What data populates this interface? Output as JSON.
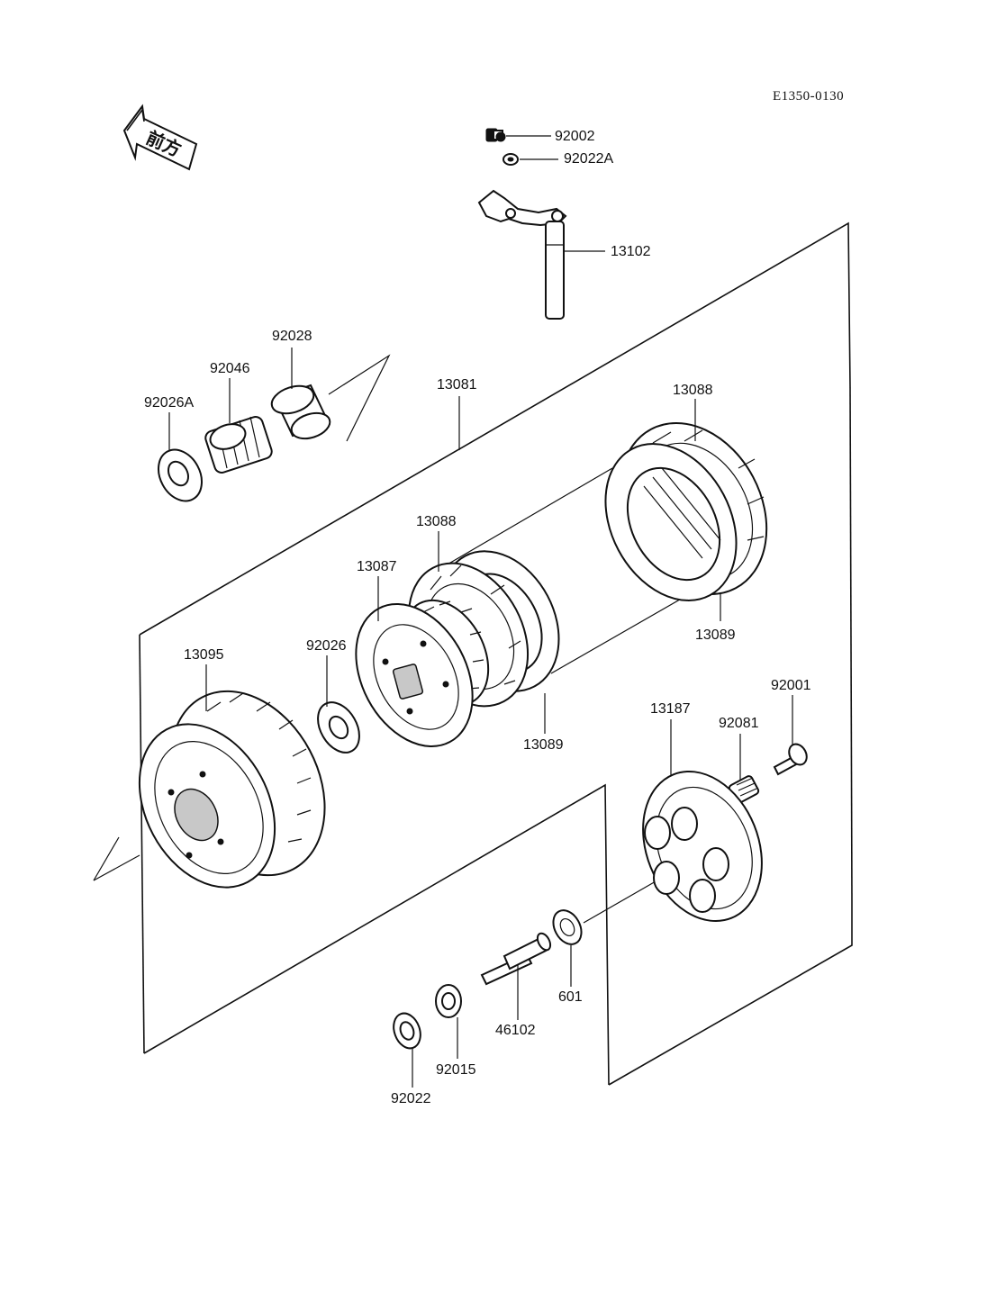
{
  "drawing_code": "E1350-0130",
  "front_mark": "前方",
  "callouts": [
    {
      "id": "p92002",
      "label": "92002"
    },
    {
      "id": "p92022A",
      "label": "92022A"
    },
    {
      "id": "p13102",
      "label": "13102"
    },
    {
      "id": "p92028",
      "label": "92028"
    },
    {
      "id": "p92046",
      "label": "92046"
    },
    {
      "id": "p92026A",
      "label": "92026A"
    },
    {
      "id": "p13081",
      "label": "13081"
    },
    {
      "id": "p13088a",
      "label": "13088"
    },
    {
      "id": "p13088b",
      "label": "13088"
    },
    {
      "id": "p13087",
      "label": "13087"
    },
    {
      "id": "p13089a",
      "label": "13089"
    },
    {
      "id": "p13089b",
      "label": "13089"
    },
    {
      "id": "p13095",
      "label": "13095"
    },
    {
      "id": "p92026",
      "label": "92026"
    },
    {
      "id": "p92001",
      "label": "92001"
    },
    {
      "id": "p13187",
      "label": "13187"
    },
    {
      "id": "p92081",
      "label": "92081"
    },
    {
      "id": "p601",
      "label": "601"
    },
    {
      "id": "p46102",
      "label": "46102"
    },
    {
      "id": "p92015",
      "label": "92015"
    },
    {
      "id": "p92022",
      "label": "92022"
    }
  ]
}
